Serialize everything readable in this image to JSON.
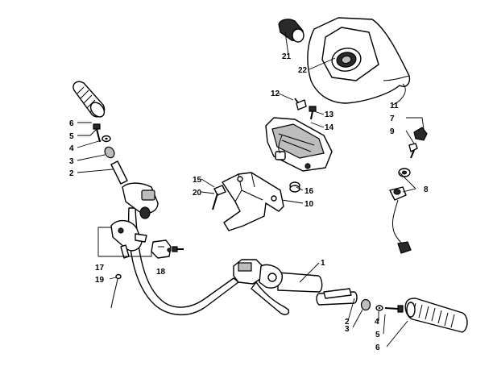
{
  "callouts": {
    "c1": "1",
    "c2_left": "2",
    "c2_right": "2",
    "c3_left": "3",
    "c3_right": "3",
    "c4_left": "4",
    "c4_right": "4",
    "c5_left": "5",
    "c5_right": "5",
    "c6_left": "6",
    "c6_right": "6",
    "c7": "7",
    "c8": "8",
    "c9": "9",
    "c10": "10",
    "c11": "11",
    "c12": "12",
    "c13": "13",
    "c14": "14",
    "c15": "15",
    "c16": "16",
    "c17": "17",
    "c18": "18",
    "c19": "19",
    "c20": "20",
    "c21": "21",
    "c22": "22"
  }
}
